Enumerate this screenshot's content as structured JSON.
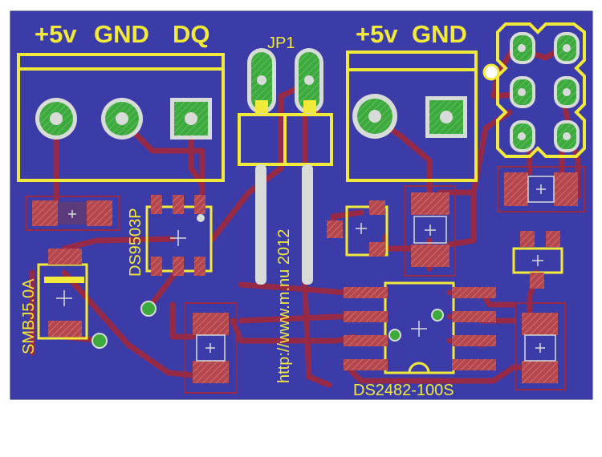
{
  "labels": {
    "left_terminal_1": "+5v",
    "left_terminal_2": "GND",
    "left_terminal_3": "DQ",
    "right_terminal_1": "+5v",
    "right_terminal_2": "GND",
    "jumper": "JP1",
    "chip_left": "DS9503P",
    "diode": "SMBJ5.0A",
    "url": "http://www.m.nu 2012",
    "chip_right": "DS2482-100S"
  },
  "colors": {
    "board": "#3c3ca8",
    "trace": "#962a46",
    "silkscreen": "#f2ea3a",
    "pad": "#3caa3c",
    "pad_ring": "#d8dcd8",
    "smd_pad": "#b4464e"
  }
}
